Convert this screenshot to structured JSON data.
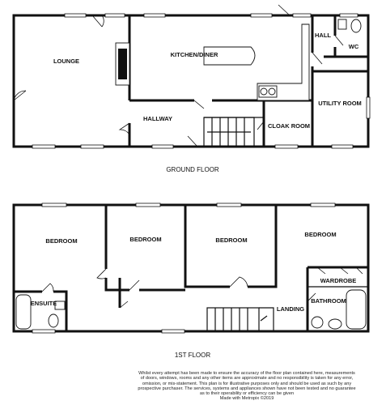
{
  "ground_floor": {
    "title": "GROUND FLOOR",
    "rooms": {
      "lounge": "LOUNGE",
      "kitchen_diner": "KITCHEN/DINER",
      "hall": "HALL",
      "wc": "WC",
      "hallway": "HALLWAY",
      "cloak_room": "CLOAK ROOM",
      "utility_room": "UTILITY ROOM"
    }
  },
  "first_floor": {
    "title": "1ST FLOOR",
    "rooms": {
      "bedroom_1": "BEDROOM",
      "bedroom_2": "BEDROOM",
      "bedroom_3": "BEDROOM",
      "bedroom_4": "BEDROOM",
      "ensuite": "ENSUITE",
      "wardrobe": "WARDROBE",
      "bathroom": "BATHROOM",
      "landing": "LANDING"
    }
  },
  "disclaimer": {
    "lines": [
      "Whilst every attempt has been made to ensure the accuracy of the floor plan contained here, measurements",
      "of doors, windows, rooms and any other items are approximate and no responsibility is taken for any error,",
      "omission, or mis-statement. This plan is for illustrative purposes only and should be used as such by any",
      "prospective purchaser. The services, systems and appliances shown have not been tested and no guarantee",
      "as to their operability or efficiency can be given",
      "Made with Metropix ©2019"
    ]
  }
}
